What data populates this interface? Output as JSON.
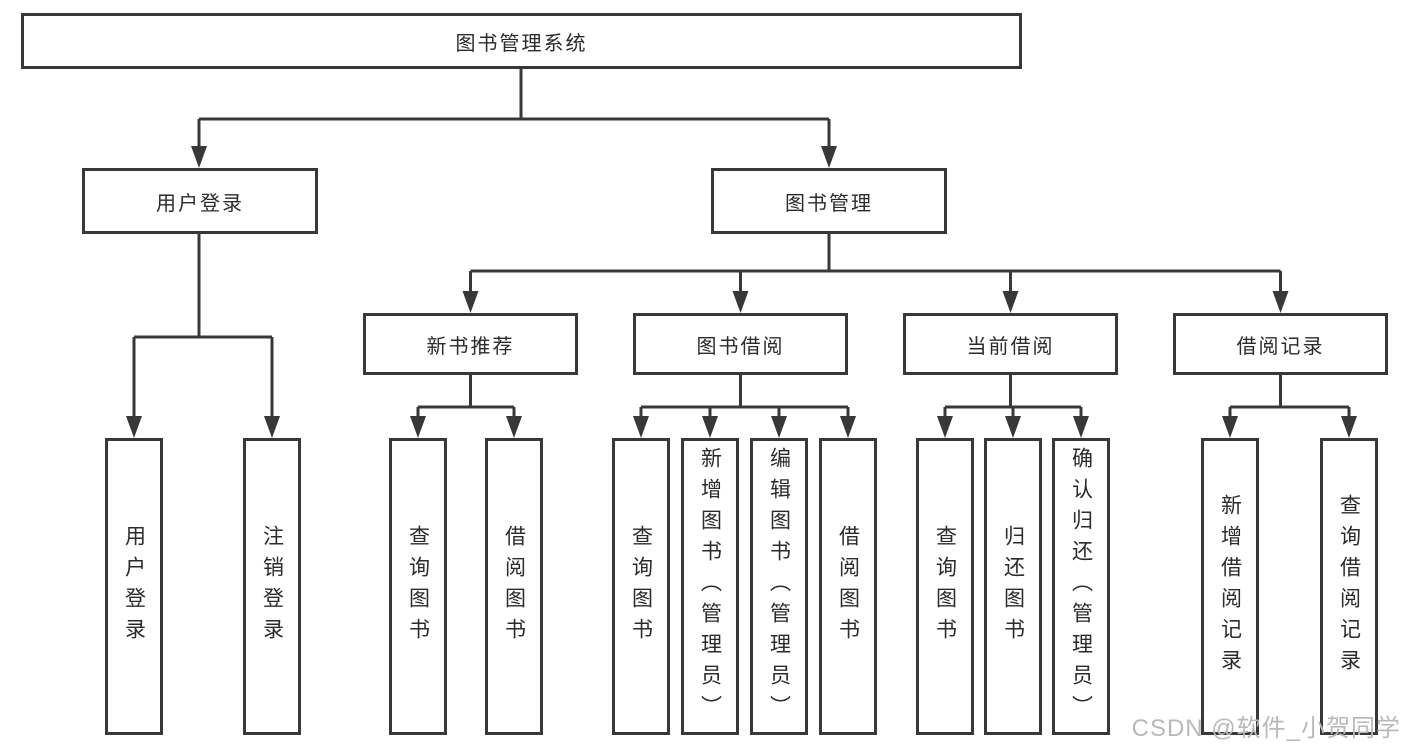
{
  "tree": {
    "root": "图书管理系统",
    "branches": [
      {
        "label": "用户登录",
        "leaves": [
          "用户登录",
          "注销登录"
        ]
      },
      {
        "label": "图书管理",
        "sections": [
          {
            "label": "新书推荐",
            "leaves": [
              "查询图书",
              "借阅图书"
            ]
          },
          {
            "label": "图书借阅",
            "leaves": [
              "查询图书",
              "新增图书（管理员）",
              "编辑图书（管理员）",
              "借阅图书"
            ]
          },
          {
            "label": "当前借阅",
            "leaves": [
              "查询图书",
              "归还图书",
              "确认归还（管理员）"
            ]
          },
          {
            "label": "借阅记录",
            "leaves": [
              "新增借阅记录",
              "查询借阅记录"
            ]
          }
        ]
      }
    ]
  },
  "watermark": "CSDN @软件_小贺同学",
  "colors": {
    "line": "#383838",
    "box_border": "#383838",
    "text": "#2b2b2b",
    "watermark": "#b9b9b9",
    "background": "#ffffff"
  }
}
